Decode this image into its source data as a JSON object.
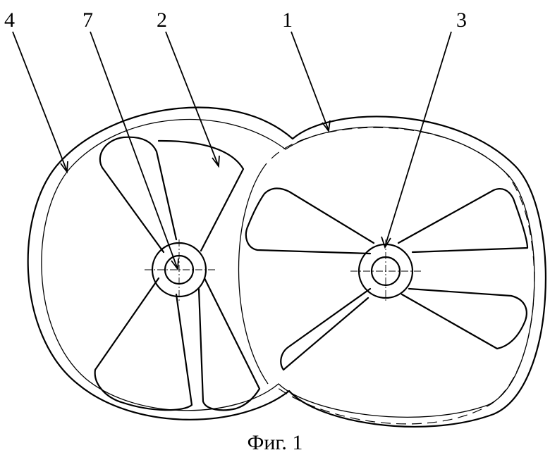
{
  "figure": {
    "caption": "Фиг. 1",
    "reference_numerals": [
      "4",
      "7",
      "2",
      "1",
      "3"
    ]
  }
}
